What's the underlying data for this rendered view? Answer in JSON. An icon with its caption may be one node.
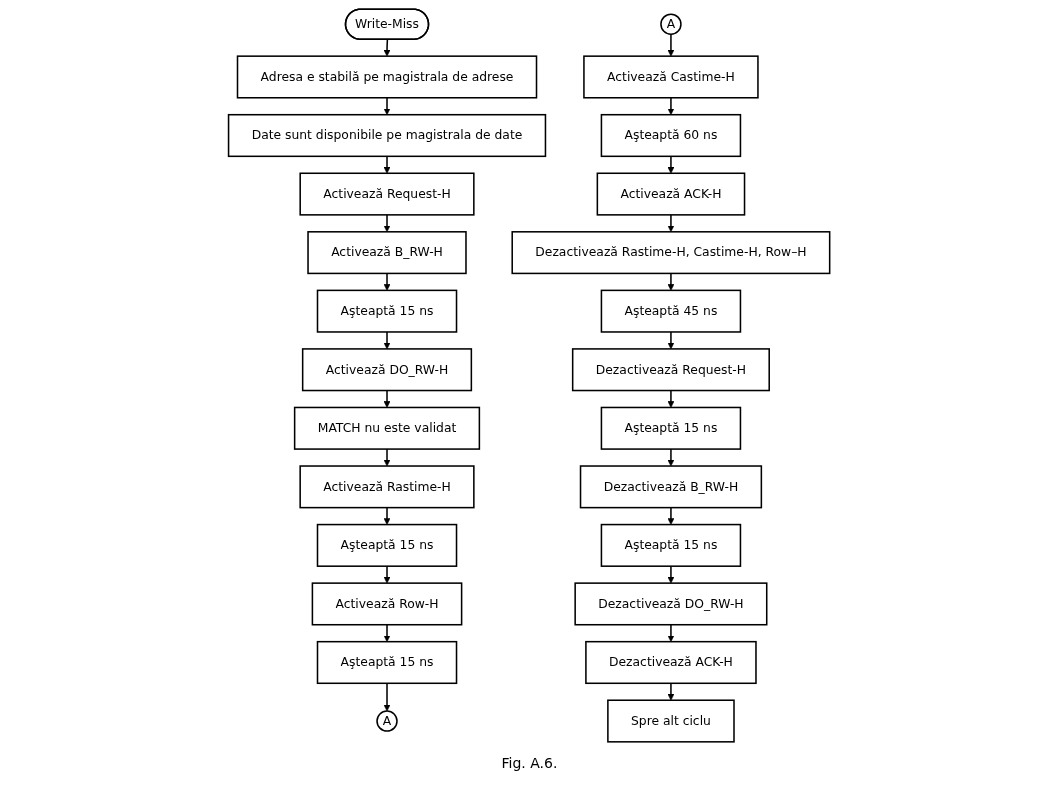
{
  "diagram": {
    "caption": "Fig. A.6.",
    "nodes": [
      {
        "text": [
          "Write-Miss"
        ]
      },
      {
        "text": [
          "Adresa e stabilă pe magistrala de adrese"
        ]
      },
      {
        "text": [
          "Date sunt disponibile pe magistrala de date"
        ]
      },
      {
        "text": [
          "Activează Request-H"
        ]
      },
      {
        "text": [
          "Activează B_RW-H"
        ]
      },
      {
        "text": [
          "Aşteaptă 15 ns"
        ]
      },
      {
        "text": [
          "Activează DO_RW-H"
        ]
      },
      {
        "text": [
          "MATCH nu este validat"
        ]
      },
      {
        "text": [
          "Activează Rastime-H"
        ]
      },
      {
        "text": [
          "Aşteaptă 15 ns"
        ]
      },
      {
        "text": [
          "Activează Row-H"
        ]
      },
      {
        "text": [
          "Aşteaptă 15 ns"
        ]
      },
      {
        "text": [
          "A"
        ]
      },
      {
        "text": [
          "A"
        ]
      },
      {
        "text": [
          "Activează Castime-H"
        ]
      },
      {
        "text": [
          "Aşteaptă 60 ns"
        ]
      },
      {
        "text": [
          "Activează ACK-H"
        ]
      },
      {
        "text": [
          "Dezactivează Rastime-H, Castime-H, Row–H"
        ]
      },
      {
        "text": [
          "Aşteaptă 45 ns"
        ]
      },
      {
        "text": [
          "Dezactivează Request-H"
        ]
      },
      {
        "text": [
          "Aşteaptă 15 ns"
        ]
      },
      {
        "text": [
          "Dezactivează B_RW-H"
        ]
      },
      {
        "text": [
          "Aşteaptă 15 ns"
        ]
      },
      {
        "text": [
          "Dezactivează DO_RW-H"
        ]
      },
      {
        "text": [
          "Dezactivează ACK-H"
        ]
      },
      {
        "text": [
          "Spre alt ciclu"
        ]
      }
    ],
    "edges": [
      {
        "from": 0,
        "to": 1,
        "arrow": "to"
      },
      {
        "from": 1,
        "to": 2,
        "arrow": "to"
      },
      {
        "from": 2,
        "to": 3,
        "arrow": "to"
      },
      {
        "from": 3,
        "to": 4,
        "arrow": "to"
      },
      {
        "from": 4,
        "to": 5,
        "arrow": "to"
      },
      {
        "from": 5,
        "to": 6,
        "arrow": "to"
      },
      {
        "from": 6,
        "to": 7,
        "arrow": "to"
      },
      {
        "from": 7,
        "to": 8,
        "arrow": "to"
      },
      {
        "from": 8,
        "to": 9,
        "arrow": "to"
      },
      {
        "from": 9,
        "to": 10,
        "arrow": "to"
      },
      {
        "from": 10,
        "to": 11,
        "arrow": "to"
      },
      {
        "from": 11,
        "to": 12,
        "arrow": "to"
      },
      {
        "from": 13,
        "to": 14,
        "arrow": "to"
      },
      {
        "from": 14,
        "to": 15,
        "arrow": "to"
      },
      {
        "from": 15,
        "to": 16,
        "arrow": "to"
      },
      {
        "from": 16,
        "to": 17,
        "arrow": "to"
      },
      {
        "from": 17,
        "to": 18,
        "arrow": "to"
      },
      {
        "from": 18,
        "to": 19,
        "arrow": "to"
      },
      {
        "from": 19,
        "to": 20,
        "arrow": "to"
      },
      {
        "from": 20,
        "to": 21,
        "arrow": "to"
      },
      {
        "from": 21,
        "to": 22,
        "arrow": "to"
      },
      {
        "from": 22,
        "to": 23,
        "arrow": "to"
      },
      {
        "from": 23,
        "to": 24,
        "arrow": "to"
      },
      {
        "from": 24,
        "to": 25,
        "arrow": "to"
      }
    ]
  }
}
